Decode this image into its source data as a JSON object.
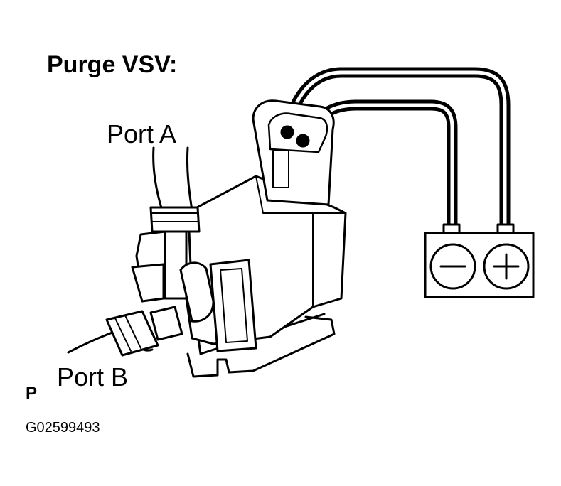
{
  "diagram": {
    "title": "Purge VSV:",
    "port_a_label": "Port A",
    "port_b_label": "Port B",
    "corner_mark": "P",
    "figure_code": "G02599493"
  },
  "battery": {
    "negative_symbol": "−",
    "positive_symbol": "+"
  }
}
